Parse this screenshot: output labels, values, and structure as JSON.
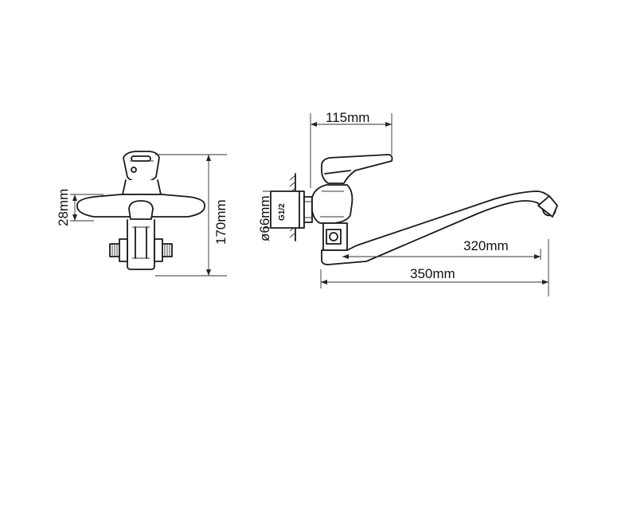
{
  "diagram": {
    "front_view": {
      "dim_height_label": "28mm",
      "dim_total_height_label": "170mm"
    },
    "side_view": {
      "dim_handle_offset_label": "115mm",
      "dim_flange_label": "ø66mm",
      "thread_label": "G1/2",
      "dim_spout_label": "320mm",
      "dim_total_length_label": "350mm"
    }
  }
}
